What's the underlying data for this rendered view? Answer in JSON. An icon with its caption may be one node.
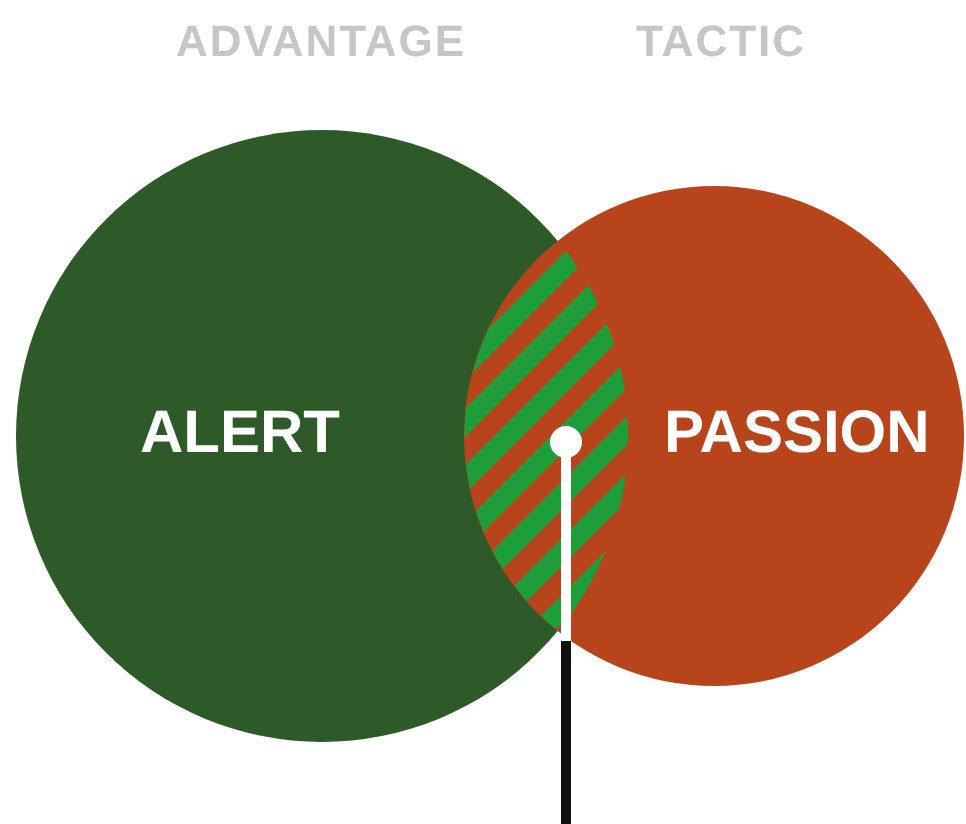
{
  "diagram": {
    "nodes": [
      {
        "text": [
          "ADVANTAGE",
          "ALERT"
        ]
      },
      {
        "text": [
          "TACTIC",
          "PASSION"
        ]
      },
      {
        "text": [],
        "shape": "lens"
      }
    ],
    "edges": [
      {
        "from": null,
        "to": 2,
        "arrow": "other"
      }
    ]
  }
}
